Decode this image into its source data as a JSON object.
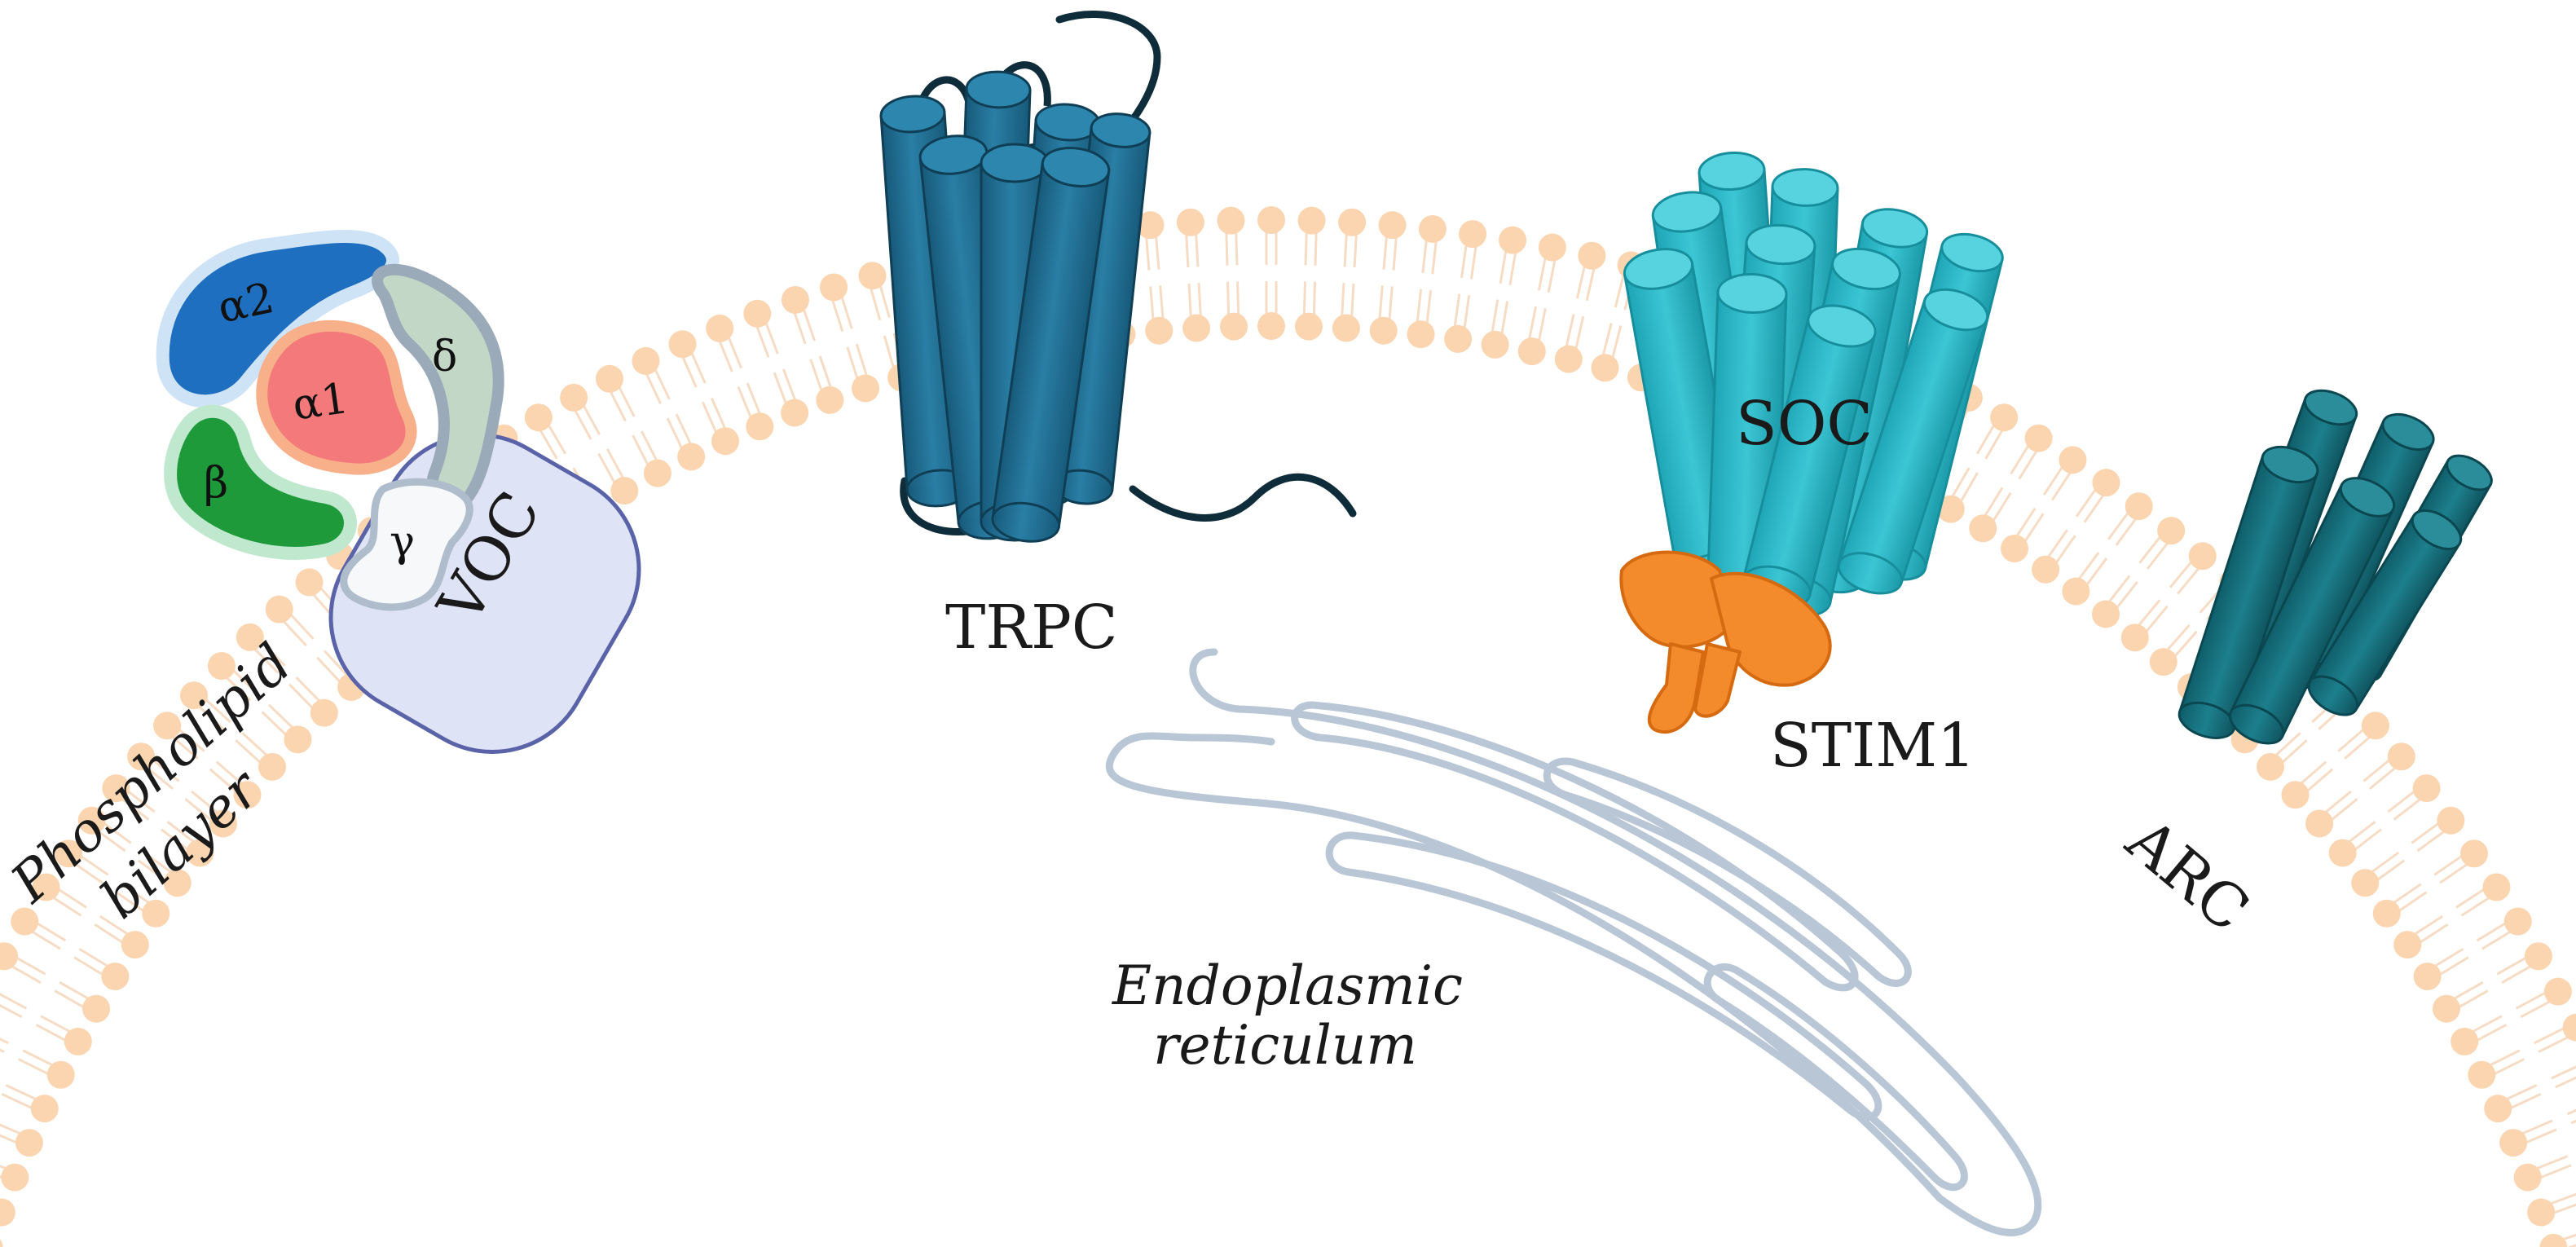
{
  "labels": {
    "phospholipid_line1": "Phospholipid",
    "phospholipid_line2": "bilayer",
    "voc": "VOC",
    "trpc": "TRPC",
    "soc": "SOC",
    "stim1": "STIM1",
    "arc": "ARC",
    "er_line1": "Endoplasmic",
    "er_line2": "reticulum"
  },
  "voc_subunits": {
    "alpha2": "α2",
    "alpha1": "α1",
    "delta": "δ",
    "beta": "β",
    "gamma": "γ"
  },
  "colors": {
    "lipid_head": "#fbd5b0",
    "lipid_tail": "#f6dcc4",
    "alpha2": "#1e6fbf",
    "alpha1": "#f3797a",
    "delta": "#bfd8c8",
    "beta": "#1f9a3a",
    "gamma": "#f3f6f8",
    "voc_body": "#dfe3f6",
    "trpc": "#1f6e93",
    "soc": "#2ab6c6",
    "stim1": "#f38a2c",
    "arc": "#166e7c",
    "er_outline": "#b8c6d6"
  }
}
